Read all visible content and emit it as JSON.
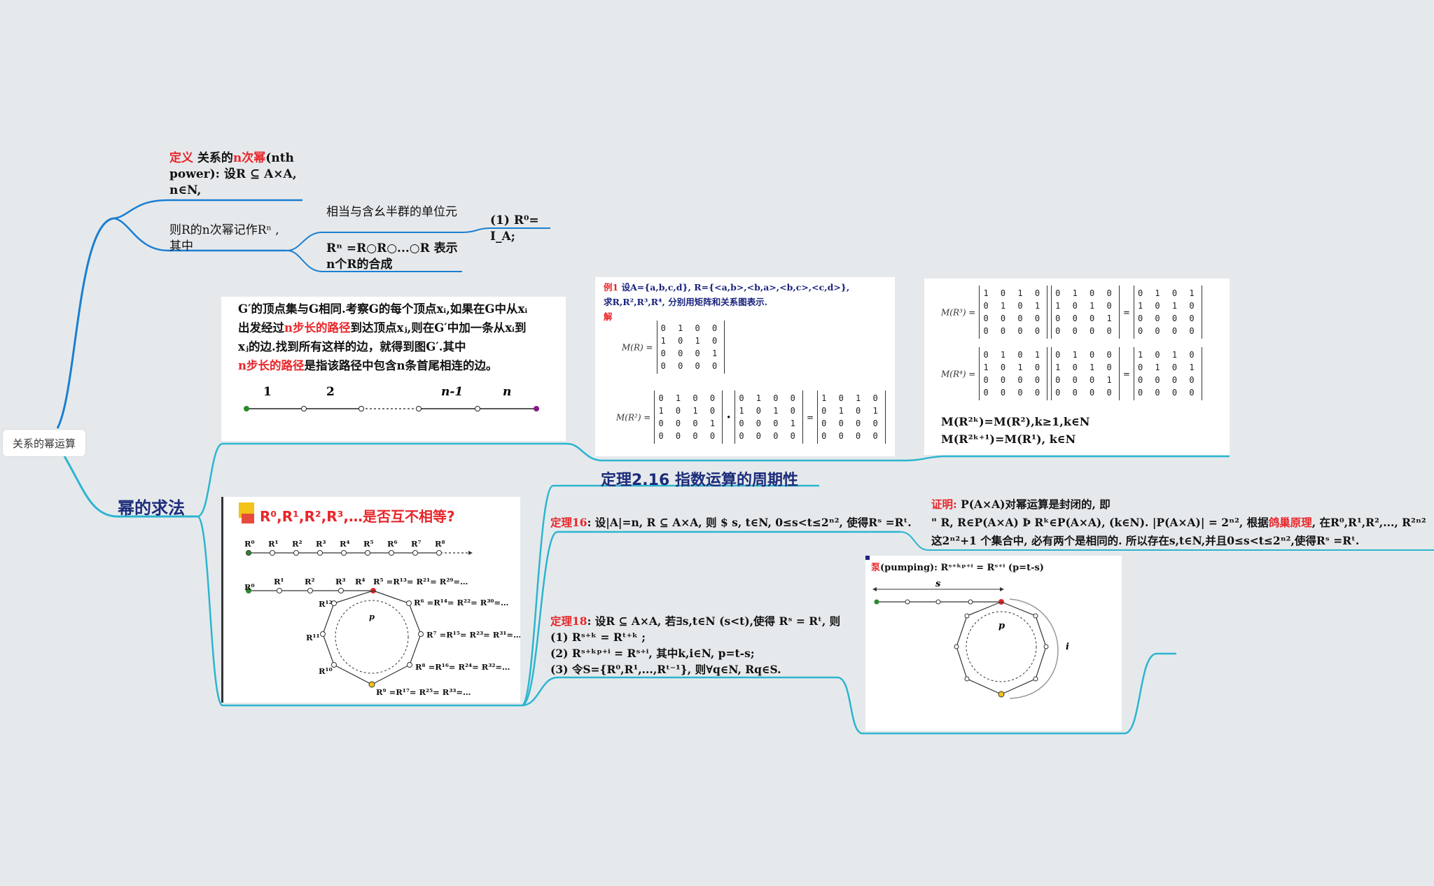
{
  "root": {
    "label": "关系的幂运算"
  },
  "branch_def": {
    "definition_tag": "定义",
    "definition_text_a": "关系的",
    "definition_nth": "n次幂",
    "definition_text_b": "(nth power): 设R ⊆ A×A, n∈N,",
    "notation": "则R的n次幂记作Rⁿ , 其中",
    "unit_note": "相当与含幺半群的单位元",
    "r0_rule": "(1) R⁰= I_A;",
    "composition": "Rⁿ =R○R○...○R 表示n个R的合成"
  },
  "branch_method": {
    "label": "幂的求法"
  },
  "panel_path": {
    "line1": "G′的顶点集与G相同.考察G的每个顶点xᵢ,如果在G中从xᵢ",
    "line2a": "出发经过",
    "line2_hl": "n步长的路径",
    "line2b": "到达顶点xⱼ,则在G′中加一条从xᵢ到",
    "line3": "xⱼ的边.找到所有这样的边，就得到图G′.其中",
    "line4_hl": "n步长的路径",
    "line4b": "是指该路径中包含n条首尾相连的边。",
    "labels": [
      "1",
      "2",
      "n-1",
      "n"
    ]
  },
  "panel_example": {
    "line1_tag": "例1",
    "line1": "设A={a,b,c,d}, R={<a,b>,<b,a>,<b,c>,<c,d>},",
    "line2": "求R,R²,R³,R⁴, 分别用矩阵和关系图表示.",
    "solution": "解",
    "mR_label": "M(R) =",
    "mR": [
      "0 1 0 0",
      "1 0 1 0",
      "0 0 0 1",
      "0 0 0 0"
    ],
    "mR2_label": "M(R²) =",
    "mR2_result": [
      "1 0 1 0",
      "0 1 0 1",
      "0 0 0 0",
      "0 0 0 0"
    ]
  },
  "panel_powers": {
    "mR3_label": "M(R³) =",
    "mR3_a": [
      "1 0 1 0",
      "0 1 0 1",
      "0 0 0 0",
      "0 0 0 0"
    ],
    "mR3_result": [
      "0 1 0 1",
      "1 0 1 0",
      "0 0 0 0",
      "0 0 0 0"
    ],
    "mR4_label": "M(R⁴) =",
    "mR4_a": [
      "0 1 0 1",
      "1 0 1 0",
      "0 0 0 0",
      "0 0 0 0"
    ],
    "mR4_result": [
      "1 0 1 0",
      "0 1 0 1",
      "0 0 0 0",
      "0 0 0 0"
    ],
    "rule1": "M(R²ᵏ)=M(R²),k≥1,k∈N",
    "rule2": "M(R²ᵏ⁺¹)=M(R¹), k∈N"
  },
  "panel_cycle": {
    "title": "R⁰,R¹,R²,R³,…是否互不相等?",
    "seq": [
      "R⁰",
      "R¹",
      "R²",
      "R³",
      "R⁴",
      "R⁵",
      "R⁶",
      "R⁷",
      "R⁸"
    ],
    "seq2": [
      "R⁰",
      "R¹",
      "R²",
      "R³",
      "R⁴"
    ],
    "cyc5": "R⁵ =R¹³= R²¹= R²⁹=…",
    "cyc6": "R⁶ =R¹⁴= R²²= R³⁰=…",
    "cyc7": "R⁷ =R¹⁵= R²³= R³¹=…",
    "cyc8": "R⁸ =R¹⁶= R²⁴= R³²=…",
    "cyc9": "R⁹ =R¹⁷= R²⁵= R³³=…",
    "cyc10": "R¹⁰",
    "cyc11": "R¹¹",
    "cyc12": "R¹²",
    "p": "p"
  },
  "theorem_title": "定理2.16 指数运算的周期性",
  "theorem16": {
    "tag": "定理16",
    "text": ": 设|A|=n, R ⊆ A×A, 则  $ s, t∈N, 0≤s<t≤2ⁿ², 使得Rˢ =Rᵗ."
  },
  "proof": {
    "tag": "证明:",
    "line1": "P(A×A)对幂运算是封闭的, 即",
    "line2a": "\" R, R∈P(A×A) Þ Rᵏ∈P(A×A), (k∈N). |P(A×A)| = 2ⁿ², 根据",
    "line2_hl": "鸽巢原理",
    "line2b": ",  在R⁰,R¹,R²,..., R²ⁿ²",
    "line3": "这2ⁿ²+1 个集合中, 必有两个是相同的. 所以存在s,t∈N,并且0≤s<t≤2ⁿ²,使得Rˢ =Rᵗ."
  },
  "theorem18": {
    "tag": "定理18",
    "text": ": 设R ⊆ A×A, 若∃s,t∈N (s<t),使得  Rˢ = Rᵗ, 则",
    "l1": "(1) Rˢ⁺ᵏ = Rᵗ⁺ᵏ ;",
    "l2": "(2) Rˢ⁺ᵏᵖ⁺ⁱ = Rˢ⁺ⁱ, 其中k,i∈N, p=t-s;",
    "l3": "(3) 令S={R⁰,R¹,...,Rᵗ⁻¹}, 则∀q∈N, Rq∈S."
  },
  "panel_pump": {
    "title_hl": "泵",
    "title": "(pumping): Rˢ⁺ᵏᵖ⁺ⁱ = Rˢ⁺ⁱ  (p=t-s)",
    "s": "s",
    "p": "p",
    "i": "i"
  },
  "colors": {
    "branch": "#1a7fd1",
    "branch2": "#2cb5cf",
    "accent": "#e8262a",
    "navy": "#1c2c7a"
  }
}
